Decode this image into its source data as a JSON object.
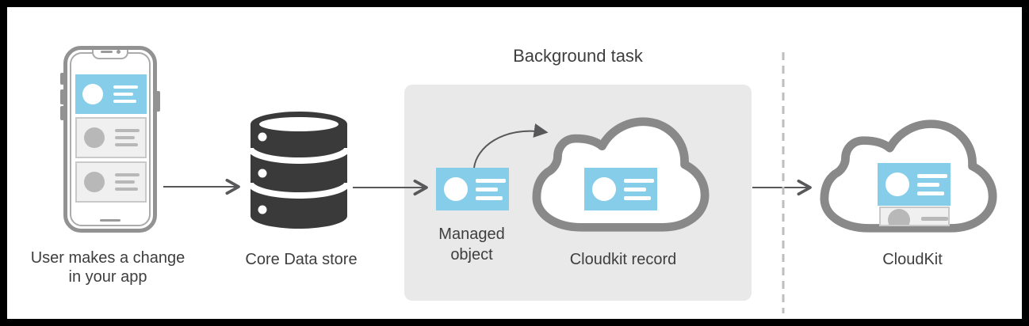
{
  "title": "Background task",
  "nodes": {
    "phone": {
      "label_lines": [
        "User makes a change",
        "in your app"
      ]
    },
    "core_data_store": {
      "label": "Core Data store"
    },
    "managed_object": {
      "label_lines": [
        "Managed",
        "object"
      ]
    },
    "cloudkit_record": {
      "label": "Cloudkit record"
    },
    "cloudkit": {
      "label": "CloudKit"
    }
  },
  "icons": {
    "phone": "iphone-outline-icon",
    "core_data_store": "database-cylinder-icon",
    "managed_object": "record-card-icon",
    "cloudkit_record": "cloud-icon",
    "cloudkit": "cloud-icon"
  },
  "colors": {
    "card_blue": "#85CDE8",
    "card_gray_bg": "#F0F0F0",
    "card_gray_border": "#C9C9C9",
    "card_gray_shape": "#B8B8B8",
    "db_dark": "#3A3A3A",
    "box_gray": "#E9E9E9",
    "cloud_stroke": "#898989",
    "arrow_gray": "#58585A",
    "dash_gray": "#BEBEBE",
    "text_dark": "#3E3E3E",
    "phone_frame": "#929292",
    "phone_detail": "#9B9B9B"
  }
}
